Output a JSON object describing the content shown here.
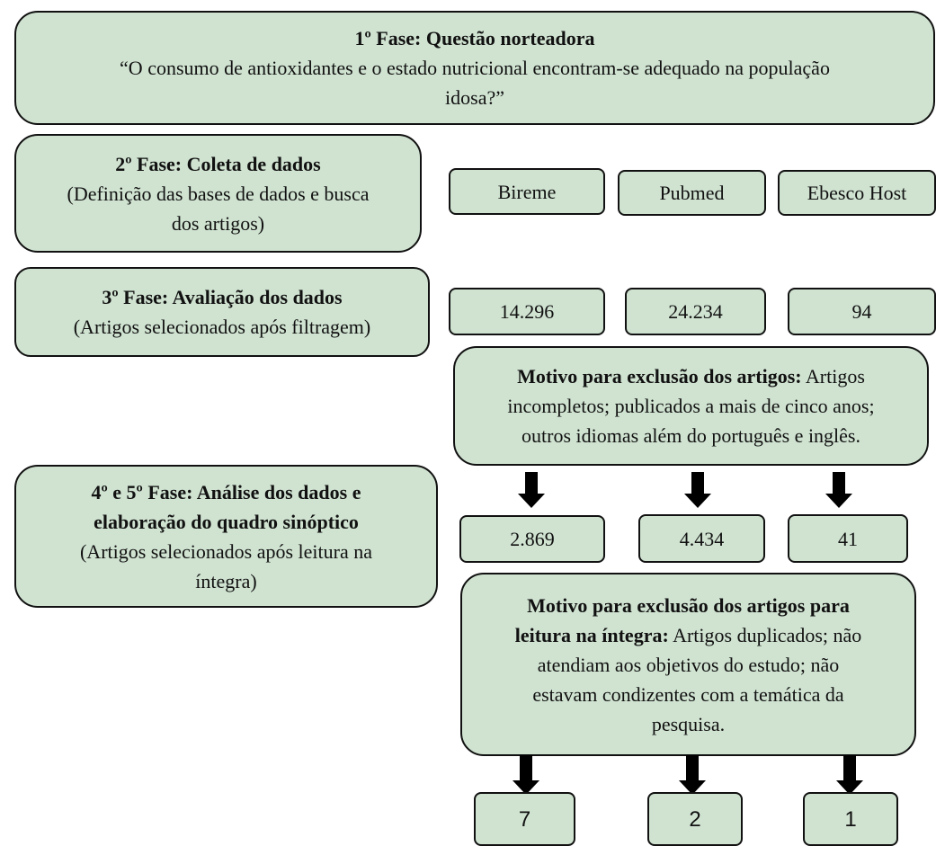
{
  "phase1": {
    "title": "1º Fase: Questão norteadora",
    "question_line1": "“O consumo de antioxidantes e o estado nutricional encontram-se adequado na população",
    "question_line2": "idosa?”"
  },
  "phase2": {
    "title": "2º Fase: Coleta de dados",
    "desc_line1": "(Definição das bases de dados e busca",
    "desc_line2": "dos artigos)"
  },
  "phase3": {
    "title": "3º Fase: Avaliação dos dados",
    "desc": "(Artigos selecionados após filtragem)"
  },
  "phase45": {
    "title_line1": "4º e 5º Fase: Análise dos dados e",
    "title_line2": "elaboração do quadro sinóptico",
    "desc_line1": "(Artigos selecionados após leitura na",
    "desc_line2": "íntegra)"
  },
  "databases": [
    "Bireme",
    "Pubmed",
    "Ebesco Host"
  ],
  "counts_after_filter": [
    "14.296",
    "24.234",
    "94"
  ],
  "exclusion1": {
    "bold": "Motivo para exclusão dos artigos:",
    "line1_rest": " Artigos",
    "line2": "incompletos; publicados a mais de cinco anos;",
    "line3": "outros idiomas além do português e inglês."
  },
  "counts_after_exclusion": [
    "2.869",
    "4.434",
    "41"
  ],
  "exclusion2": {
    "bold_line1": "Motivo para exclusão dos artigos para",
    "bold_line2": "leitura na íntegra:",
    "line2_rest": " Artigos duplicados; não",
    "line3": "atendiam aos objetivos do estudo; não",
    "line4": "estavam condizentes com a temática da",
    "line5": "pesquisa."
  },
  "final_counts": [
    "7",
    "2",
    "1"
  ],
  "colors": {
    "box_fill": "#d0e3d1",
    "border": "#111111",
    "arrow": "#000000"
  }
}
